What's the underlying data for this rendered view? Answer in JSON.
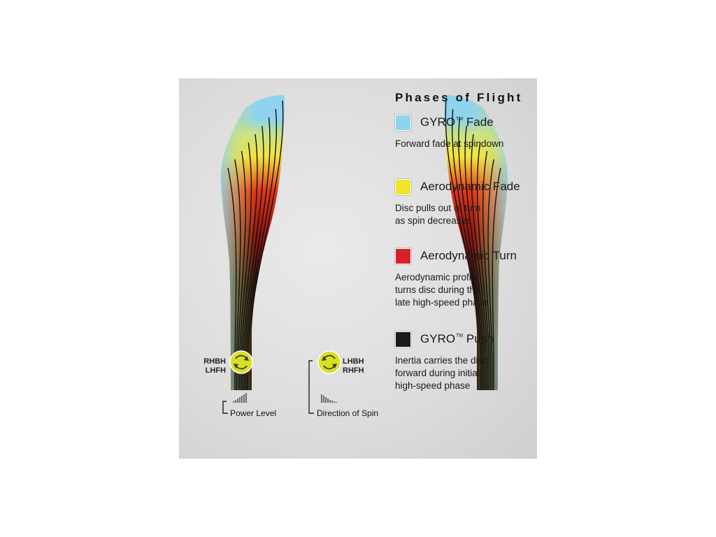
{
  "legend": {
    "title": "Phases of Flight",
    "tm": "TM",
    "items": [
      {
        "key": "gyro-fade",
        "label": "GYRO",
        "label_suffix": " Fade",
        "has_tm": true,
        "color": "#8fd3ee",
        "description": [
          "Forward fade at spindown"
        ]
      },
      {
        "key": "aero-fade",
        "label": "Aerodynamic Fade",
        "label_suffix": "",
        "has_tm": false,
        "color": "#f1e52a",
        "description": [
          "Disc pulls out of turn",
          "as spin decreases"
        ]
      },
      {
        "key": "aero-turn",
        "label": "Aerodynamic Turn",
        "label_suffix": "",
        "has_tm": false,
        "color": "#d6202a",
        "description": [
          "Aerodynamic profile",
          "turns disc during the",
          "late high-speed phase"
        ]
      },
      {
        "key": "gyro-push",
        "label": "GYRO",
        "label_suffix": " Push",
        "has_tm": true,
        "color": "#1c1a1a",
        "description": [
          "Inertia carries the disc",
          "forward during initial",
          "high-speed phase"
        ]
      }
    ]
  },
  "left_fan": {
    "throw_labels": [
      "RHBH",
      "LHFH"
    ],
    "caption": "Power Level"
  },
  "right_fan": {
    "throw_labels": [
      "LHBH",
      "RHFH"
    ],
    "caption": "Direction of Spin"
  },
  "colors": {
    "background": "#dcdcdc",
    "spin_badge": "#d9e021",
    "gyro_fade": "#8fd3ee",
    "aero_fade": "#f1e52a",
    "aero_turn": "#d6202a",
    "gyro_push": "#1c1a1a"
  }
}
